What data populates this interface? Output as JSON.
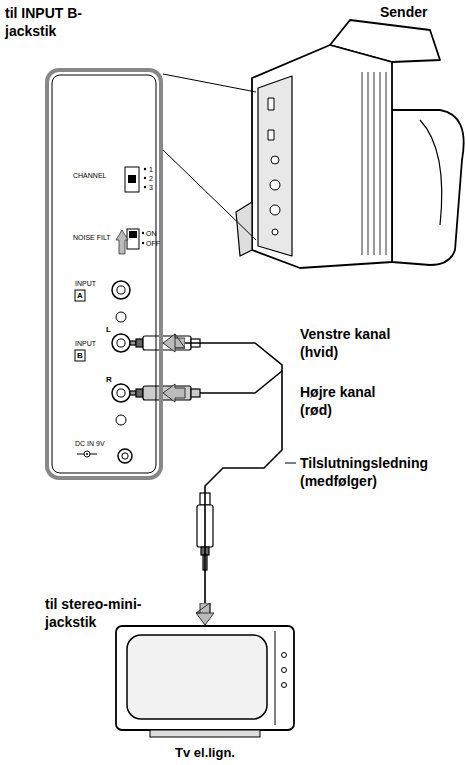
{
  "diagram": {
    "nodes": [
      {
        "text": [
          "CHANNEL",
          "1",
          "2",
          "3",
          "NOISE FILT",
          "ON",
          "OFF",
          "INPUT",
          "A",
          "L",
          "INPUT",
          "B",
          "R",
          "DC IN 9V"
        ]
      },
      {
        "text": [
          "Tv el.lign."
        ]
      }
    ],
    "edges": [
      {
        "from": 0,
        "to": 1,
        "arrow": "both"
      }
    ],
    "labels": [
      "til INPUT B- jackstik",
      "Sender",
      "Venstre kanal (hvid)",
      "Højre kanal (rød)",
      "Tilslutningsledning (medfølger)",
      "til stereo-mini- jackstik"
    ]
  }
}
